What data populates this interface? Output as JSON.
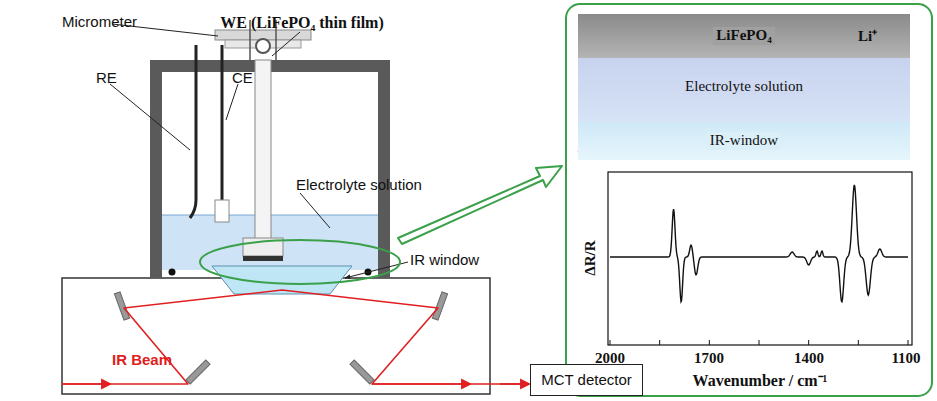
{
  "diagram": {
    "nodes": [
      {
        "text": [
          "MCT detector"
        ]
      },
      {
        "text": [
          "LiFePO₄"
        ]
      },
      {
        "text": [
          "Electrolyte solution"
        ]
      },
      {
        "text": [
          "IR-window"
        ]
      }
    ],
    "labels": [
      "Micrometer",
      "WE (LiFePO₄ thin film)",
      "RE",
      "CE",
      "Electrolyte solution",
      "IR window",
      "IR Beam",
      "Li⁺",
      "ΔR/R",
      "2000",
      "1700",
      "1400",
      "1100",
      "Wavenumber / cm⁻¹"
    ]
  }
}
